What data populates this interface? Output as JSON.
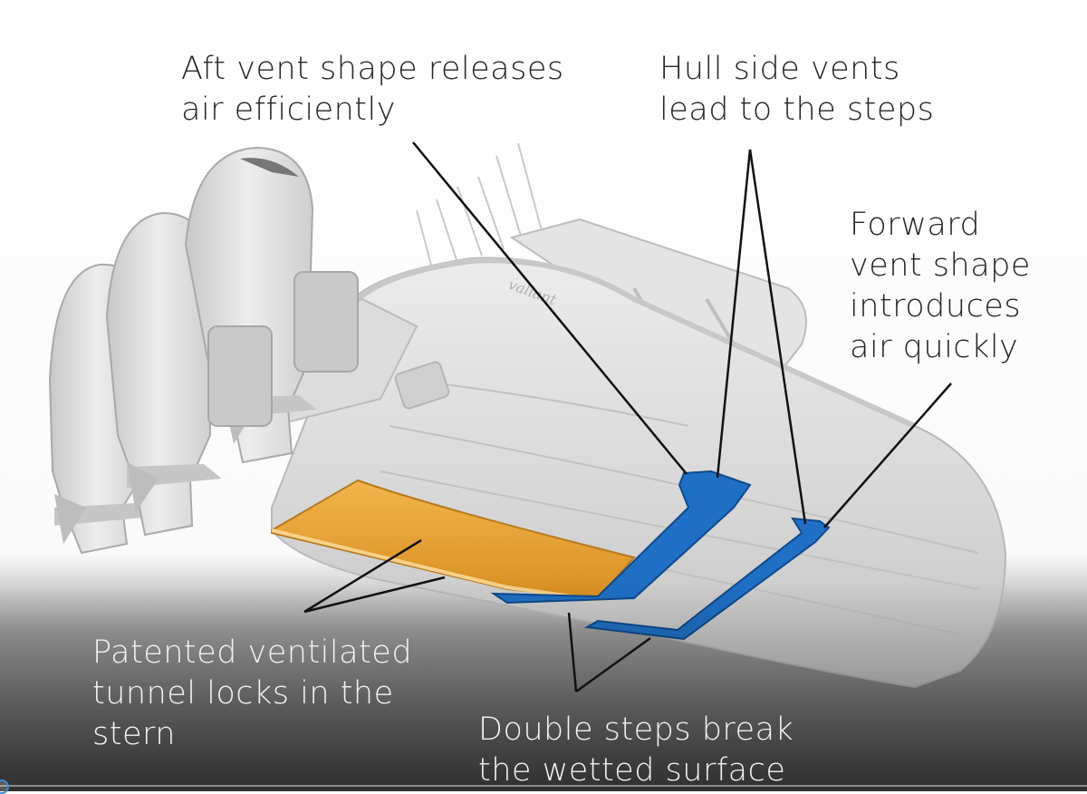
{
  "labels": {
    "aft_vent": [
      "Aft vent shape releases",
      "air efficiently"
    ],
    "hull_vents": [
      "Hull side vents",
      "lead to the steps"
    ],
    "forward_vent": [
      "Forward",
      "vent shape",
      "introduces",
      "air quickly"
    ],
    "tunnel": [
      "Patented ventilated",
      "tunnel locks in the",
      "stern"
    ],
    "steps": [
      "Double steps break",
      "the wetted surface"
    ]
  },
  "hull_logo": "valiant",
  "colors": {
    "hull": "#d9d9d9",
    "tunnel": "#e6a23a",
    "steps": "#1f6fc4",
    "text_dark": "#262626",
    "text_light": "#f2f2f2",
    "progress_accent": "#3d88d6"
  },
  "progress": {
    "fraction": 0.0
  }
}
